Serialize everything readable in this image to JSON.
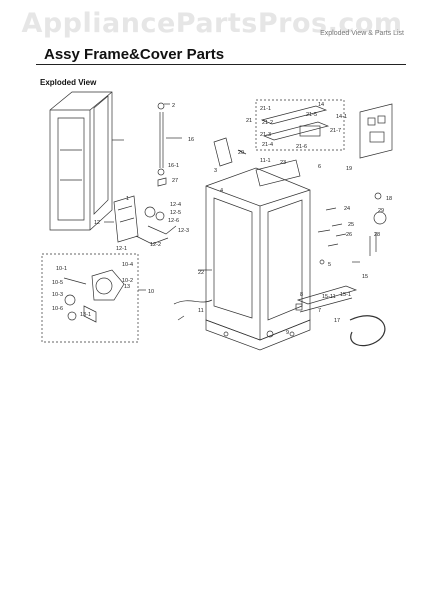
{
  "watermark": "AppliancePartsPros.com",
  "header_right": "Exploded View & Parts List",
  "title": "Assy Frame&Cover Parts",
  "section_label": "Exploded View",
  "callouts": [
    "2",
    "16",
    "16-1",
    "27",
    "1",
    "12",
    "12-4",
    "12-5",
    "12-6",
    "12-3",
    "12-2",
    "12-1",
    "13",
    "10",
    "10-1",
    "10-2",
    "10-3",
    "10-4",
    "10-5",
    "10-6",
    "13-1",
    "11",
    "14",
    "14-1",
    "21",
    "21-1",
    "21-2",
    "21-3",
    "21-4",
    "21-5",
    "21-6",
    "21-7",
    "23",
    "20",
    "3",
    "11-1",
    "19",
    "18",
    "6",
    "4",
    "24",
    "25",
    "26",
    "28",
    "29",
    "5",
    "15",
    "15-1",
    "15-11",
    "22",
    "8",
    "9",
    "17",
    "7"
  ]
}
